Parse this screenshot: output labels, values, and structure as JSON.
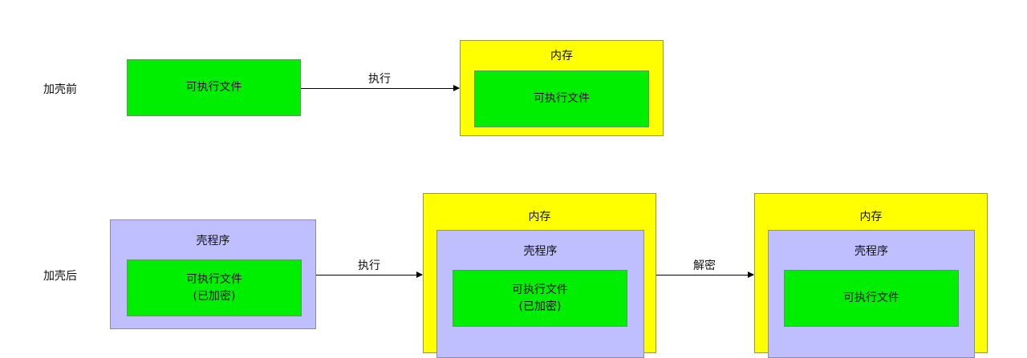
{
  "before": {
    "label": "加壳前",
    "exe": "可执行文件",
    "arrow": "执行",
    "memory": "内存",
    "mem_exe": "可执行文件"
  },
  "after": {
    "label": "加壳后",
    "shell": "壳程序",
    "exe": "可执行文件",
    "encrypted": "(已加密)",
    "arrow1": "执行",
    "mem1": {
      "title": "内存",
      "shell": "壳程序",
      "exe": "可执行文件",
      "encrypted": "(已加密)"
    },
    "arrow2": "解密",
    "mem2": {
      "title": "内存",
      "shell": "壳程序",
      "exe": "可执行文件"
    }
  }
}
